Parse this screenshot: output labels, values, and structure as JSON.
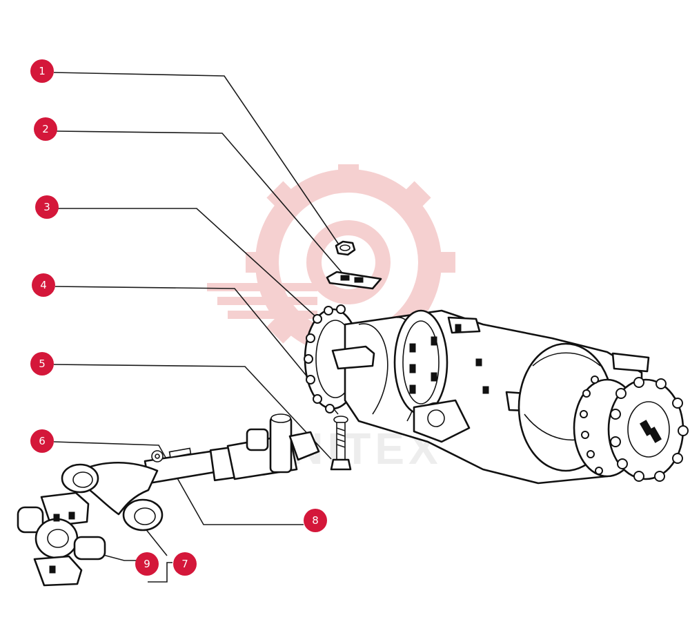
{
  "diagram": {
    "callouts": [
      {
        "id": "c1",
        "label": "1"
      },
      {
        "id": "c2",
        "label": "2"
      },
      {
        "id": "c3",
        "label": "3"
      },
      {
        "id": "c4",
        "label": "4"
      },
      {
        "id": "c5",
        "label": "5"
      },
      {
        "id": "c6",
        "label": "6"
      },
      {
        "id": "c7",
        "label": "7"
      },
      {
        "id": "c8",
        "label": "8"
      },
      {
        "id": "c9",
        "label": "9"
      }
    ],
    "watermark": {
      "text": "UNITEX",
      "gear_color": "#f3c8c8",
      "text_color": "#e6e6e6"
    },
    "callout_color": "#d4173a"
  }
}
